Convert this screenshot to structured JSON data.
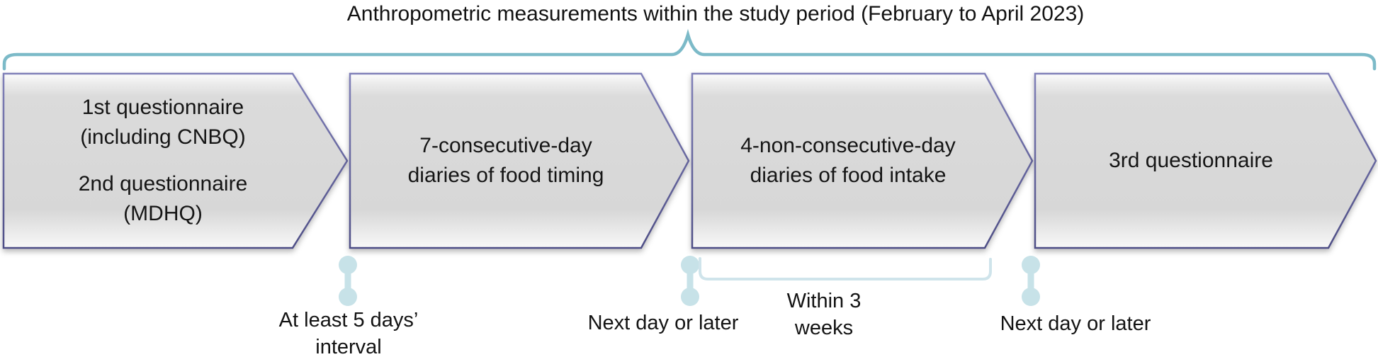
{
  "title": "Anthropometric measurements within the study period (February to April 2023)",
  "steps": [
    {
      "paragraphs": [
        "1st questionnaire (including CNBQ)",
        "2nd questionnaire (MDHQ)"
      ]
    },
    {
      "paragraphs": [
        "7-consecutive-day diaries of food timing"
      ]
    },
    {
      "paragraphs": [
        "4-non-consecutive-day diaries of food intake"
      ]
    },
    {
      "paragraphs": [
        "3rd questionnaire"
      ]
    }
  ],
  "intervals": {
    "between_step1_and_step2": "At least 5 days’ interval",
    "between_step2_and_step3": "Next day or later",
    "food_intake_diaries_window": "Within 3 weeks",
    "between_step3_and_step4": "Next day or later"
  },
  "colors": {
    "brace": "#7CBAC8",
    "connector": "#C7E2E8",
    "bracket": "#CFE4EB",
    "chevron_fill": "#D9D9D9",
    "chevron_border_top": "#8080B8",
    "chevron_border_bottom": "#4E4E86",
    "text": "#141414"
  }
}
